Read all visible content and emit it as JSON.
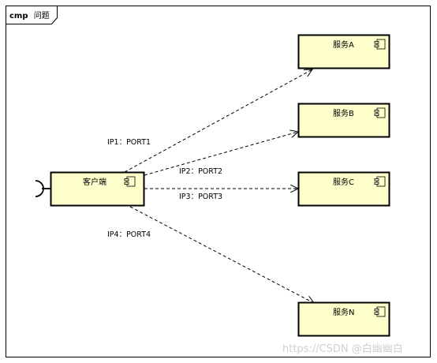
{
  "frame": {
    "keyword": "cmp",
    "name": "问题"
  },
  "client": {
    "label": "客户端"
  },
  "services": [
    {
      "label": "服务A"
    },
    {
      "label": "服务B"
    },
    {
      "label": "服务C"
    },
    {
      "label": "服务N"
    }
  ],
  "connections": [
    {
      "label": "IP1：PORT1"
    },
    {
      "label": "IP2：PORT2"
    },
    {
      "label": "IP3：PORT3"
    },
    {
      "label": "IP4：PORT4"
    }
  ],
  "watermark": "https://CSDN @白幽幽白",
  "colors": {
    "component_fill": "#ffffcc",
    "stroke": "#000000"
  }
}
